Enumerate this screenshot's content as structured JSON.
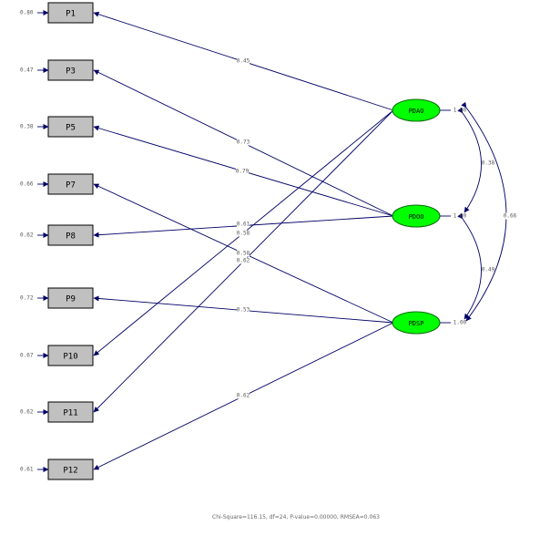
{
  "observed": [
    {
      "id": "P1",
      "label": "P1",
      "error": "0.80"
    },
    {
      "id": "P3",
      "label": "P3",
      "error": "0.47"
    },
    {
      "id": "P5",
      "label": "P5",
      "error": "0.38"
    },
    {
      "id": "P7",
      "label": "P7",
      "error": "0.66"
    },
    {
      "id": "P8",
      "label": "P8",
      "error": "0.62"
    },
    {
      "id": "P9",
      "label": "P9",
      "error": "0.72"
    },
    {
      "id": "P10",
      "label": "P10",
      "error": "0.67"
    },
    {
      "id": "P11",
      "label": "P11",
      "error": "0.62"
    },
    {
      "id": "P12",
      "label": "P12",
      "error": "0.61"
    }
  ],
  "latent": [
    {
      "id": "PDAO",
      "label": "PDAO",
      "variance": "1.00"
    },
    {
      "id": "PDOO",
      "label": "PDOO",
      "variance": "1.00"
    },
    {
      "id": "PDSP",
      "label": "PDSP",
      "variance": "1.00"
    }
  ],
  "loadings": [
    {
      "from": "PDAO",
      "to": "P1",
      "value": "0.45"
    },
    {
      "from": "PDOO",
      "to": "P3",
      "value": "0.73"
    },
    {
      "from": "PDOO",
      "to": "P5",
      "value": "0.79"
    },
    {
      "from": "PDSP",
      "to": "P7",
      "value": "0.58"
    },
    {
      "from": "PDOO",
      "to": "P8",
      "value": "0.61"
    },
    {
      "from": "PDSP",
      "to": "P9",
      "value": "0.53"
    },
    {
      "from": "PDAO",
      "to": "P10",
      "value": "0.58"
    },
    {
      "from": "PDAO",
      "to": "P11",
      "value": "0.62"
    },
    {
      "from": "PDSP",
      "to": "P12",
      "value": "0.62"
    }
  ],
  "covariances": [
    {
      "a": "PDAO",
      "b": "PDOO",
      "value": "0.38"
    },
    {
      "a": "PDOO",
      "b": "PDSP",
      "value": "0.49"
    },
    {
      "a": "PDAO",
      "b": "PDSP",
      "value": "0.66"
    }
  ],
  "fit": "Chi-Square=116.15, df=24, P-value=0.00000, RMSEA=0.063"
}
